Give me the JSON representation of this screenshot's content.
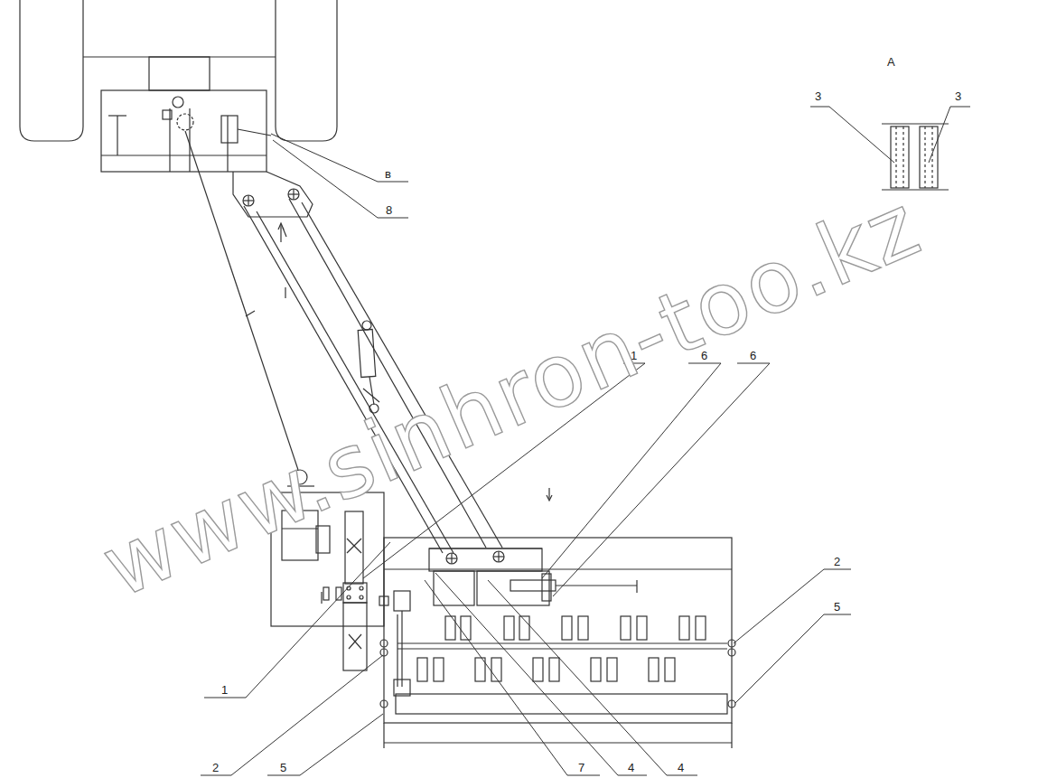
{
  "diagram": {
    "labels": [
      "A",
      "3",
      "3",
      "в",
      "8",
      "1",
      "6",
      "6",
      "2",
      "5",
      "1",
      "2",
      "5",
      "7",
      "4",
      "4",
      "www.sinhron-too.kz"
    ]
  }
}
